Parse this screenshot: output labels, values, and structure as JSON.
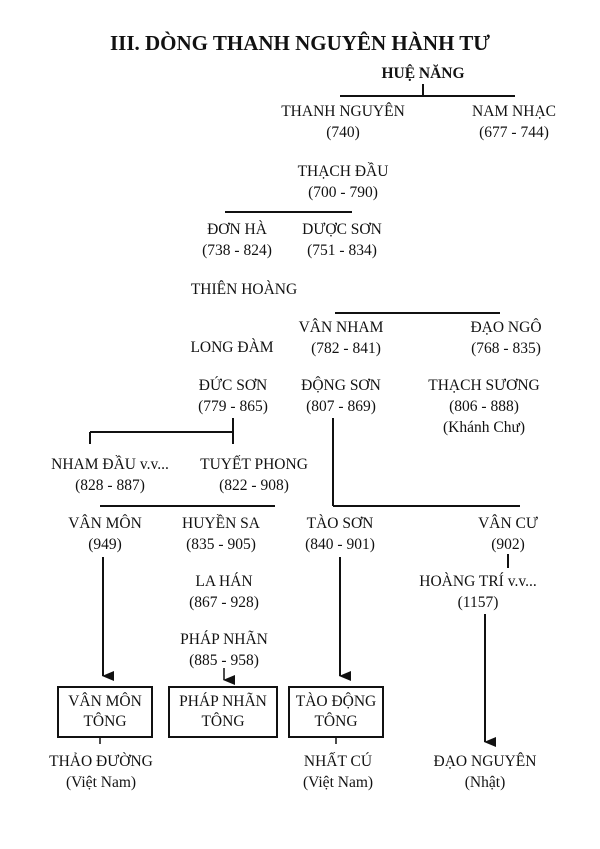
{
  "title": "III. DÒNG THANH NGUYÊN HÀNH TƯ",
  "nodes": {
    "hue_nang": {
      "name": "HUỆ NĂNG"
    },
    "thanh_nguyen": {
      "name": "THANH NGUYÊN",
      "years": "(740)"
    },
    "nam_nhac": {
      "name": "NAM NHẠC",
      "years": "(677 - 744)"
    },
    "thach_dau": {
      "name": "THẠCH ĐẦU",
      "years": "(700 - 790)"
    },
    "don_ha": {
      "name": "ĐƠN HÀ",
      "years": "(738 - 824)"
    },
    "duoc_son": {
      "name": "DƯỢC SƠN",
      "years": "(751 - 834)"
    },
    "thien_hoang": {
      "name": "THIÊN HOÀNG"
    },
    "van_nham": {
      "name": "VÂN NHAM",
      "years": "(782 - 841)"
    },
    "dao_ngo": {
      "name": "ĐẠO NGÔ",
      "years": "(768 - 835)"
    },
    "long_dam": {
      "name": "LONG ĐÀM"
    },
    "duc_son": {
      "name": "ĐỨC SƠN",
      "years": "(779 - 865)"
    },
    "dong_son": {
      "name": "ĐỘNG SƠN",
      "years": "(807 - 869)"
    },
    "thach_suong": {
      "name": "THẠCH SƯƠNG",
      "years": "(806 - 888)",
      "alias": "(Khánh Chư)"
    },
    "nham_dau": {
      "name": "NHAM ĐẦU v.v...",
      "years": "(828 - 887)"
    },
    "tuyet_phong": {
      "name": "TUYẾT PHONG",
      "years": "(822 - 908)"
    },
    "van_mon": {
      "name": "VÂN MÔN",
      "years": "(949)"
    },
    "huyen_sa": {
      "name": "HUYỀN SA",
      "years": "(835 - 905)"
    },
    "tao_son": {
      "name": "TÀO SƠN",
      "years": "(840 - 901)"
    },
    "van_cu": {
      "name": "VÂN CƯ",
      "years": "(902)"
    },
    "la_han": {
      "name": "LA HÁN",
      "years": "(867 - 928)"
    },
    "hoang_tri": {
      "name": "HOÀNG TRÍ v.v...",
      "years": "(1157)"
    },
    "phap_nhan": {
      "name": "PHÁP NHÃN",
      "years": "(885 - 958)"
    },
    "van_mon_tong": {
      "line1": "VÂN MÔN",
      "line2": "TÔNG"
    },
    "phap_nhan_tong": {
      "line1": "PHÁP NHÃN",
      "line2": "TÔNG"
    },
    "tao_dong_tong": {
      "line1": "TÀO ĐỘNG",
      "line2": "TÔNG"
    },
    "thao_duong": {
      "name": "THẢO ĐƯỜNG",
      "place": "(Việt Nam)"
    },
    "nhat_cu": {
      "name": "NHẤT CÚ",
      "place": "(Việt Nam)"
    },
    "dao_nguyen": {
      "name": "ĐẠO NGUYÊN",
      "place": "(Nhật)"
    }
  }
}
